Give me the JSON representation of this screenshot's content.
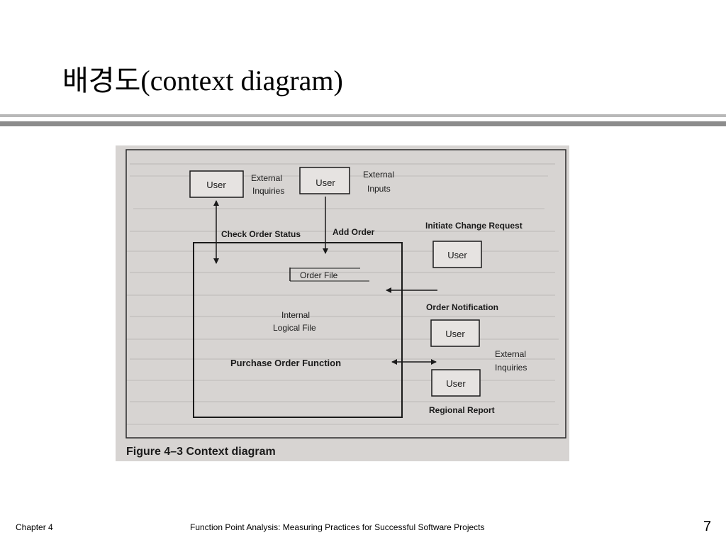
{
  "slide": {
    "title": "배경도(context diagram)"
  },
  "diagram": {
    "top_left_user": "User",
    "top_left_caption": [
      "External",
      "Inquiries"
    ],
    "top_mid_user": "User",
    "top_mid_caption": [
      "External",
      "Inputs"
    ],
    "check_order_status": "Check Order Status",
    "add_order": "Add Order",
    "initiate_change_request": "Initiate Change Request",
    "right_user_1": "User",
    "order_file": "Order File",
    "internal_logical_file": [
      "Internal",
      "Logical File"
    ],
    "order_notification": "Order Notification",
    "right_user_2": "User",
    "purchase_order_function": "Purchase Order Function",
    "right_caption": [
      "External",
      "Inquiries"
    ],
    "right_user_3": "User",
    "regional_report": "Regional Report",
    "figure_caption": "Figure 4–3   Context diagram"
  },
  "footer": {
    "chapter": "Chapter 4",
    "book_title": "Function Point Analysis: Measuring Practices for Successful Software Projects",
    "page_number": "7"
  }
}
